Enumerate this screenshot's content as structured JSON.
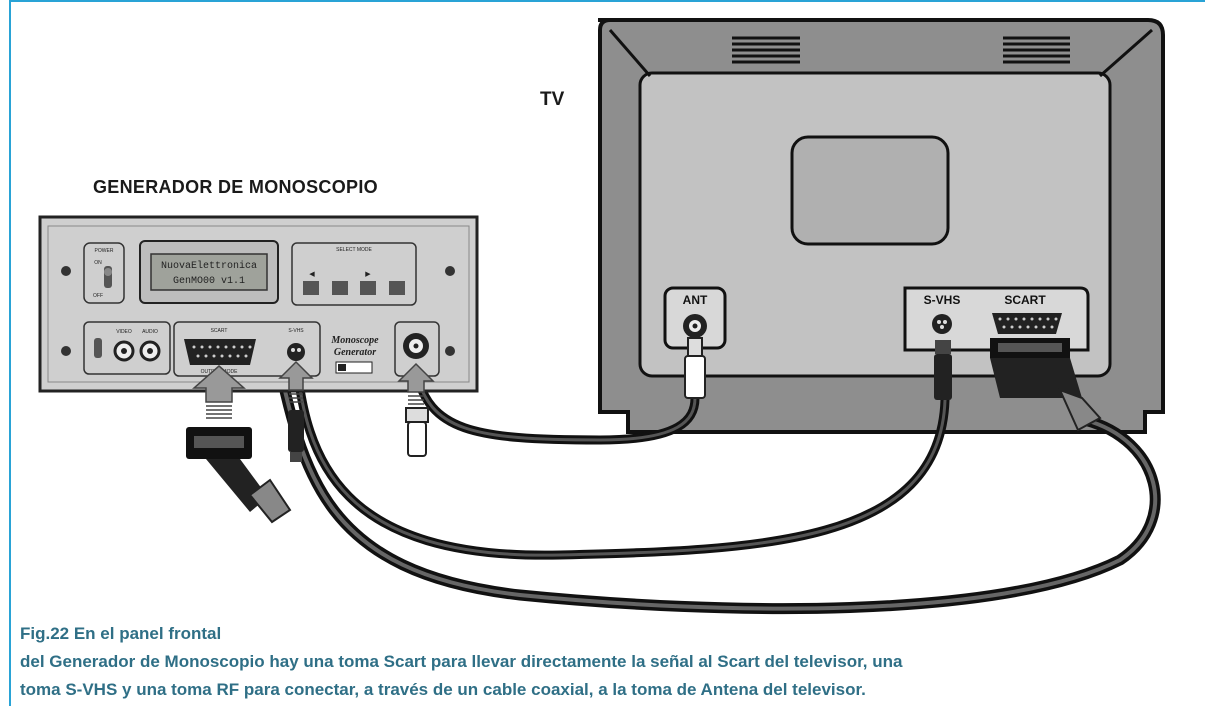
{
  "tv": {
    "label": "TV",
    "ports": {
      "ant": "ANT",
      "svhs": "S-VHS",
      "scart": "SCART"
    }
  },
  "generator": {
    "title": "GENERADOR DE MONOSCOPIO",
    "display_line1": "NuovaElettronica",
    "display_line2": "GenMO00 v1.1",
    "brand_line1": "Monoscope",
    "brand_line2": "Generator",
    "panel_labels": {
      "power": "POWER",
      "on": "ON",
      "off": "OFF",
      "select_mode": "SELECT MODE",
      "video": "VIDEO",
      "audio": "AUDIO",
      "scart": "SCART",
      "svhs": "S-VHS",
      "output_mode": "OUTPUT MODE"
    }
  },
  "caption": {
    "line1": "Fig.22 En el panel frontal",
    "line2": "del Generador de Monoscopio hay una toma Scart para llevar directamente la señal al Scart del televisor, una",
    "line3": "toma S-VHS y una toma RF para conectar, a través de un cable coaxial, a la toma de Antena del televisor."
  },
  "colors": {
    "frame": "#29a3d6",
    "caption": "#2f6f86",
    "tv_body": "#8c8c8c",
    "panel": "#cfcfcf"
  }
}
